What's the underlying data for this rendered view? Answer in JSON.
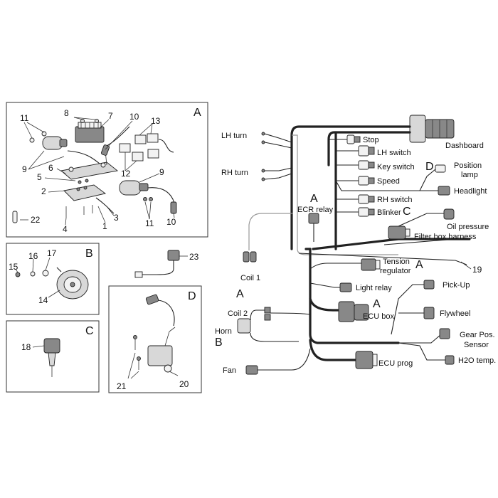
{
  "sections": {
    "A": "A",
    "B": "B",
    "C": "C",
    "D": "D"
  },
  "part_numbers": {
    "p1": "1",
    "p2": "2",
    "p3": "3",
    "p4": "4",
    "p5": "5",
    "p6": "6",
    "p7": "7",
    "p8": "8",
    "p9a": "9",
    "p9b": "9",
    "p10a": "10",
    "p10b": "10",
    "p11a": "11",
    "p11b": "11",
    "p12": "12",
    "p13": "13",
    "p14": "14",
    "p15": "15",
    "p16": "16",
    "p17": "17",
    "p18": "18",
    "p19": "19",
    "p20": "20",
    "p21": "21",
    "p22": "22",
    "p23": "23"
  },
  "labels": {
    "dashboard": "Dashboard",
    "stop": "Stop",
    "lh_switch": "LH switch",
    "key_switch": "Key switch",
    "speed": "Speed",
    "rh_switch": "RH switch",
    "blinker": "Blinker",
    "position_lamp_1": "Position",
    "position_lamp_2": "lamp",
    "headlight": "Headlight",
    "oil_pressure": "Oil pressure",
    "filter_box_harness": "Filter box harness",
    "lh_turn": "LH turn",
    "rh_turn": "RH turn",
    "ecr_relay": "ECR relay",
    "coil_1": "Coil 1",
    "tension_regulator_1": "Tension",
    "tension_regulator_2": "regulator",
    "light_relay": "Light relay",
    "pick_up": "Pick-Up",
    "coil_2": "Coil 2",
    "ecu_box": "ECU box",
    "flywheel": "Flywheel",
    "horn": "Horn",
    "gear_pos_sensor_1": "Gear Pos.",
    "gear_pos_sensor_2": "Sensor",
    "ecu_prog": "ECU prog",
    "h2o_temp": "H2O temp.",
    "fan": "Fan"
  },
  "callouts": {
    "d_position_lamp": "D",
    "c_blinker": "C",
    "a_ecr_relay": "A",
    "a_tension": "A",
    "a_coil2": "A",
    "a_ecu_box": "A",
    "b_horn": "B"
  },
  "colors": {
    "line": "#222222",
    "panel_border": "#333333",
    "background": "#ffffff"
  }
}
